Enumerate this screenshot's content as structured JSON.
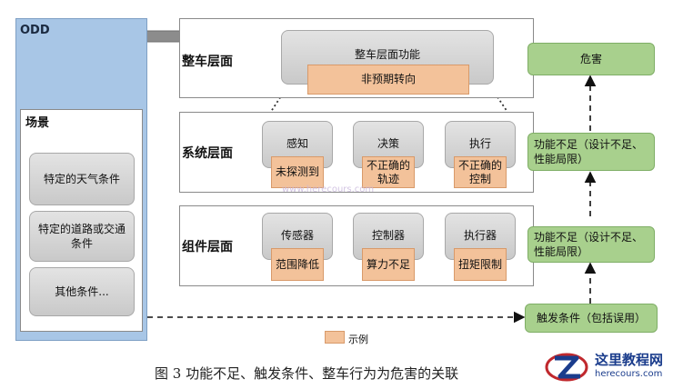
{
  "odd": {
    "title": "ODD"
  },
  "scene": {
    "title": "场景",
    "items": [
      "特定的天气条件",
      "特定的道路或交通条件",
      "其他条件..."
    ]
  },
  "vehicle_layer": {
    "label": "整车层面",
    "function": "整车层面功能",
    "example": "非预期转向"
  },
  "system_layer": {
    "label": "系统层面",
    "steps": [
      {
        "name": "感知",
        "example": "未探测到"
      },
      {
        "name": "决策",
        "example": "不正确的轨迹"
      },
      {
        "name": "执行",
        "example": "不正确的控制"
      }
    ]
  },
  "component_layer": {
    "label": "组件层面",
    "steps": [
      {
        "name": "传感器",
        "example": "范围降低"
      },
      {
        "name": "控制器",
        "example": "算力不足"
      },
      {
        "name": "执行器",
        "example": "扭矩限制"
      }
    ]
  },
  "right_column": {
    "hazard": "危害",
    "insufficiency_system": "功能不足（设计不足、性能局限）",
    "insufficiency_component": "功能不足（设计不足、性能局限）",
    "trigger": "触发条件（包括误用）"
  },
  "legend": {
    "label": "示例",
    "color": "#f3c29a"
  },
  "caption": "图 3 功能不足、触发条件、整车行为为危害的关联",
  "logo": {
    "title": "这里教程网",
    "url": "herecours.com"
  },
  "watermark": "www.herecours.com",
  "colors": {
    "odd": "#a8c6e6",
    "example": "#f3c29a",
    "outcome": "#a8d08d",
    "process": "#d3d3d3"
  }
}
